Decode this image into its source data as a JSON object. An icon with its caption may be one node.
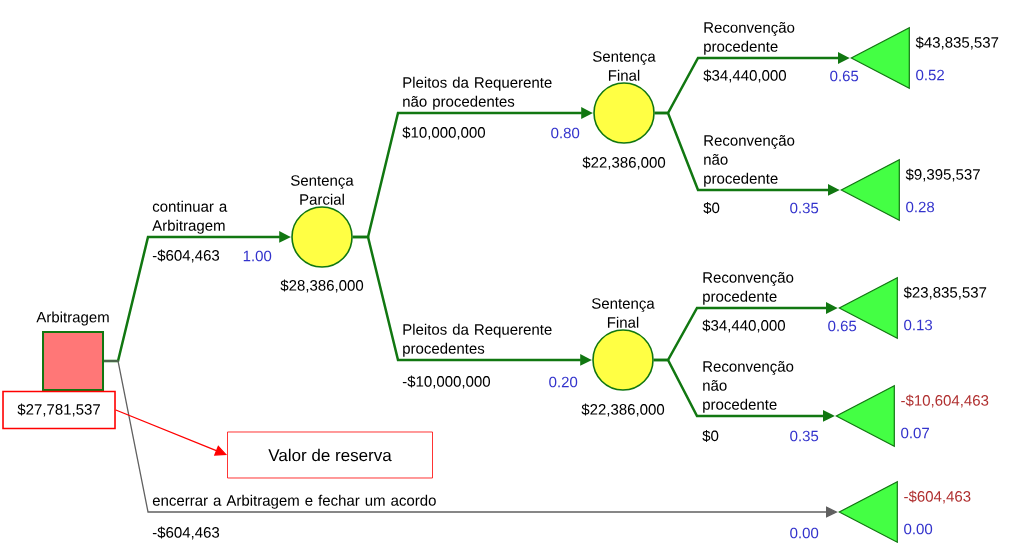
{
  "diagram": {
    "nodes": [
      {
        "text": [
          "Arbitragem"
        ]
      },
      {
        "text": [
          "$27,781,537"
        ]
      },
      {
        "text": [
          "Valor de reserva"
        ]
      },
      {
        "text": [
          "Sentença Parcial"
        ],
        "beside": [
          "$28,386,000"
        ]
      },
      {
        "text": [
          "Sentença Final"
        ],
        "beside": [
          "$22,386,000"
        ]
      },
      {
        "text": [
          "Sentença Final"
        ],
        "beside": [
          "$22,386,000"
        ]
      },
      {
        "text": [],
        "shape": "triangle",
        "beside": [
          "$43,835,537",
          "0.52"
        ]
      },
      {
        "text": [],
        "shape": "triangle",
        "beside": [
          "$9,395,537",
          "0.28"
        ]
      },
      {
        "text": [],
        "shape": "triangle",
        "beside": [
          "$23,835,537",
          "0.13"
        ]
      },
      {
        "text": [],
        "shape": "triangle",
        "beside": [
          "-$10,604,463",
          "0.07"
        ]
      },
      {
        "text": [],
        "shape": "triangle",
        "beside": [
          "-$604,463",
          "0.00"
        ]
      }
    ],
    "edges": [
      {
        "from": 0,
        "to": 3,
        "arrow": "to",
        "label": "continuar a Arbitragem"
      },
      {
        "from": 3,
        "to": 4,
        "arrow": "to",
        "label": "Pleitos da Requerente não procedentes"
      },
      {
        "from": 3,
        "to": 5,
        "arrow": "to",
        "label": "Pleitos da Requerente procedentes"
      },
      {
        "from": 4,
        "to": 6,
        "arrow": "to",
        "label": "Reconvenção procedente"
      },
      {
        "from": 4,
        "to": 7,
        "arrow": "to",
        "label": "Reconvenção não procedente"
      },
      {
        "from": 5,
        "to": 8,
        "arrow": "to",
        "label": "Reconvenção procedente"
      },
      {
        "from": 5,
        "to": 9,
        "arrow": "to",
        "label": "Reconvenção não procedente"
      },
      {
        "from": 0,
        "to": 10,
        "arrow": "to",
        "label": "encerrar a Arbitragem e fechar um acordo",
        "color": "#606060"
      },
      {
        "from": 1,
        "to": 2,
        "arrow": "to",
        "color": "#ff0000"
      }
    ],
    "labels": [
      "-$604,463",
      "1.00",
      "$10,000,000",
      "0.80",
      "-$10,000,000",
      "0.20",
      "$34,440,000",
      "0.65",
      "$0",
      "0.35",
      "$34,440,000",
      "0.65",
      "$0",
      "0.35",
      "-$604,463",
      "0.00"
    ]
  }
}
